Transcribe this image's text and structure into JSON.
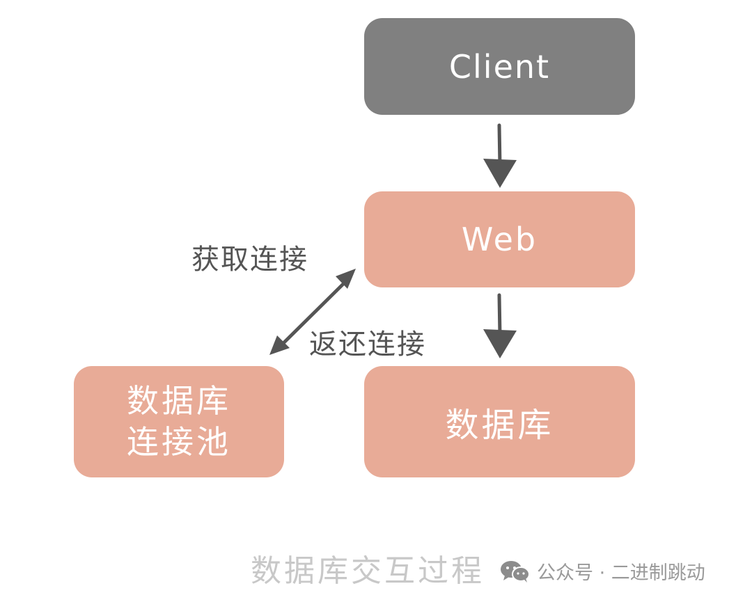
{
  "nodes": {
    "client": "Client",
    "web": "Web",
    "db": "数据库",
    "pool": [
      "数据库",
      "连接池"
    ]
  },
  "edges": {
    "get_label": "获取连接",
    "return_label": "返还连接"
  },
  "caption": "数据库交互过程",
  "watermark": {
    "icon": "wechat-icon",
    "text": "公众号 · 二进制跳动"
  },
  "colors": {
    "client_fill": "#808080",
    "node_fill": "#e8ab97",
    "arrow": "#555555"
  }
}
